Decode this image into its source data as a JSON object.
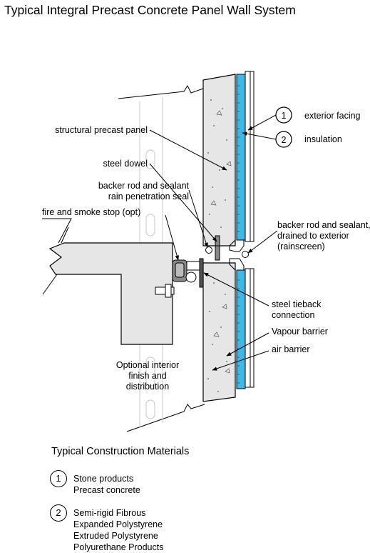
{
  "title": "Typical Integral Precast Concrete Panel Wall System",
  "colors": {
    "insulation": "#3fb8e6",
    "concrete": "#e6e6e6",
    "line": "#000000"
  },
  "callouts": {
    "exterior_facing": {
      "number": "1",
      "label": "exterior facing"
    },
    "insulation": {
      "number": "2",
      "label": "insulation"
    }
  },
  "labels": {
    "structural_precast_panel": "structural precast panel",
    "steel_dowel": "steel dowel",
    "backer_rod_sealant_line1": "backer rod and sealant",
    "backer_rod_sealant_line2": "rain penetration seal",
    "fire_smoke_stop": "fire and smoke stop (opt)",
    "drained_line1": "backer rod and sealant,",
    "drained_line2": "drained to exterior",
    "drained_line3": "(rainscreen)",
    "tieback_line1": "steel tieback",
    "tieback_line2": "connection",
    "vapour_barrier": "Vapour barrier",
    "air_barrier": "air barrier",
    "interior_line1": "Optional interior",
    "interior_line2": "finish and",
    "interior_line3": "distribution"
  },
  "legend": {
    "title": "Typical Construction Materials",
    "items": [
      {
        "number": "1",
        "lines": [
          "Stone products",
          "Precast concrete"
        ]
      },
      {
        "number": "2",
        "lines": [
          "Semi-rigid Fibrous",
          "Expanded Polystyrene",
          "Extruded Polystyrene",
          "Polyurethane Products"
        ]
      }
    ]
  }
}
